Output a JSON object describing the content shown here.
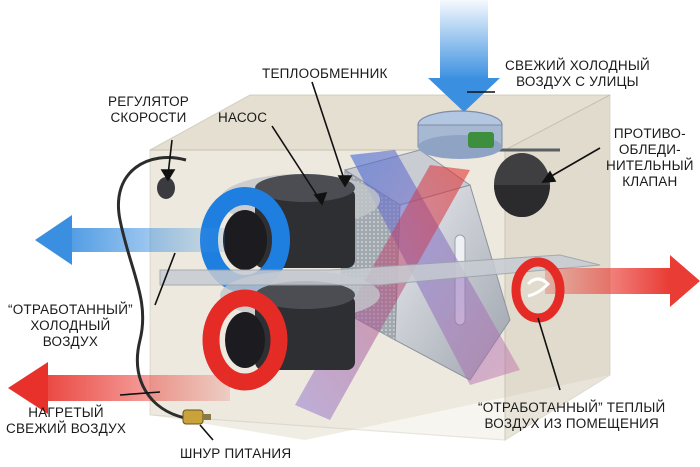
{
  "labels": {
    "heat_exchanger": "ТЕПЛООБМЕННИК",
    "pump": "НАСОС",
    "speed_regulator": [
      "РЕГУЛЯТОР",
      "СКОРОСТИ"
    ],
    "fresh_cold_air": [
      "СВЕЖИЙ ХОЛОДНЫЙ",
      "ВОЗДУХ С УЛИЦЫ"
    ],
    "anti_icing_valve": [
      "ПРОТИВО-",
      "ОБЛЕДИ-",
      "НИТЕЛЬНЫЙ",
      "КЛАПАН"
    ],
    "exhaust_cold_air": [
      "“ОТРАБОТАННЫЙ”",
      "ХОЛОДНЫЙ",
      "ВОЗДУХ"
    ],
    "heated_fresh_air": [
      "НАГРЕТЫЙ",
      "СВЕЖИЙ ВОЗДУХ"
    ],
    "power_cord": "ШНУР ПИТАНИЯ",
    "exhaust_warm_air": [
      "“ОТРАБОТАННЫЙ” ТЕПЛЫЙ",
      "ВОЗДУХ ИЗ ПОМЕЩЕНИЯ"
    ]
  },
  "colors": {
    "cold_air": "#3a8fe0",
    "warm_air": "#e8312a",
    "housing": "#d8d2c0",
    "metal": "#b8bcc4",
    "text": "#1a1a1a"
  }
}
